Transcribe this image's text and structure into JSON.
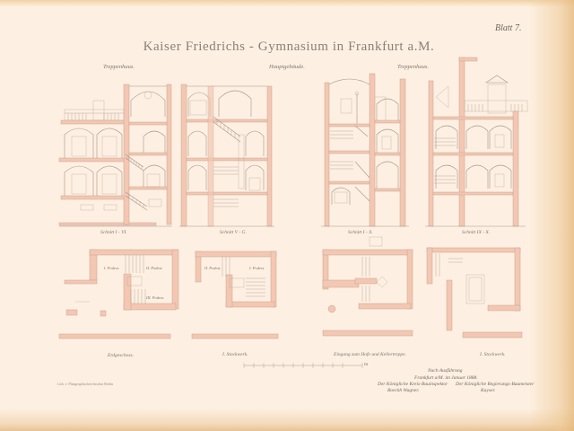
{
  "sheet": {
    "title": "Kaiser Friedrichs - Gymnasium in Frankfurt a.M.",
    "sheet_number": "Blatt 7.",
    "colors": {
      "paper": "#fdf0e2",
      "wall_fill": "#f3c7b2",
      "ink": "#a89488",
      "aged_edge": "#e9c99a"
    }
  },
  "section_headers": {
    "left": "Treppenhaus.",
    "center": "Hauptgebäude.",
    "right": "Treppenhaus."
  },
  "sections": [
    {
      "label": "Schnitt I - VI."
    },
    {
      "label": "Schnitt V - G."
    },
    {
      "label": "Schnitt I - X."
    },
    {
      "label": "Schnitt IX - X."
    }
  ],
  "plans": {
    "left_rooms": [
      "I. Podest.",
      "II. Podest.",
      "III. Podest."
    ],
    "middle_rooms": [
      "II. Podest.",
      "I. Podest."
    ],
    "captions": [
      "Erdgeschoss.",
      "I. Stockwerk.",
      "Eingang zum Hofe und Kellertreppe.",
      "I. Stockwerk."
    ]
  },
  "scale_bar": {
    "unit": "m",
    "ticks": 12
  },
  "signature_block": {
    "line1": "Nach Ausführung",
    "line2": "Frankfurt a/M. im Januar 1888.",
    "left_office": "Der Königliche Kreis-Bauinspektor",
    "left_name": "Boeckh Wagner.",
    "right_office": "Der Königliche Regierungs-Baumeister",
    "right_name": "Kayser."
  },
  "printer_note": "Lith. v. Plangraphischen Institut Berlin"
}
